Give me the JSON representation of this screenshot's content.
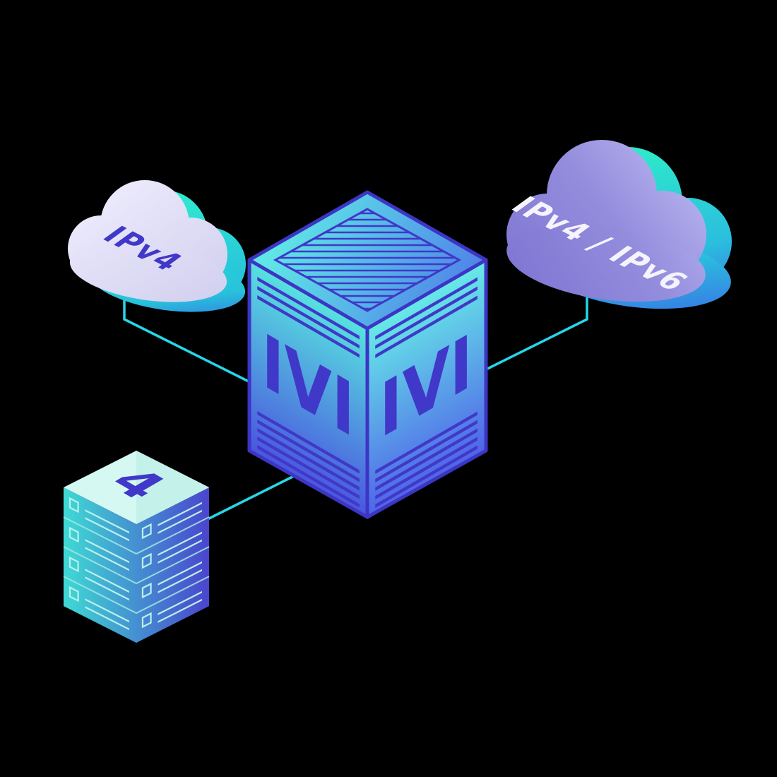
{
  "labels": {
    "left_cloud": "IPv4",
    "right_cloud": "IPv4 / IPv6",
    "cube_front_left": "IVI",
    "cube_front_right": "IVI",
    "server_stack_count": "4"
  },
  "diagram": {
    "nodes": [
      {
        "id": "cloud-ipv4",
        "type": "cloud",
        "label": "IPv4"
      },
      {
        "id": "cloud-ipv4-ipv6",
        "type": "cloud",
        "label": "IPv4 / IPv6"
      },
      {
        "id": "ivi-translator-cube",
        "type": "isometric-cube",
        "label": "IVI"
      },
      {
        "id": "server-stack",
        "type": "server-stack",
        "label": "4",
        "units": 4
      }
    ],
    "links": [
      {
        "from": "cloud-ipv4",
        "to": "ivi-translator-cube"
      },
      {
        "from": "cloud-ipv4-ipv6",
        "to": "ivi-translator-cube"
      },
      {
        "from": "server-stack",
        "to": "ivi-translator-cube"
      }
    ]
  },
  "colors": {
    "background": "#000000",
    "connector_cyan": "#27D6EA",
    "indigo": "#4038C8",
    "label_light": "#F5F4FD",
    "teal_accent": "#2EE9CC",
    "deep_blue": "#3E55E8",
    "left_cloud_fill": "#DCD9F4",
    "right_cloud_fill_dark": "#7F77D3",
    "right_cloud_fill_light": "#B9B5F0",
    "cube_teal": "#57E2DF",
    "cube_blue": "#4A55DF",
    "server_top_mint": "#D6F8F3"
  }
}
